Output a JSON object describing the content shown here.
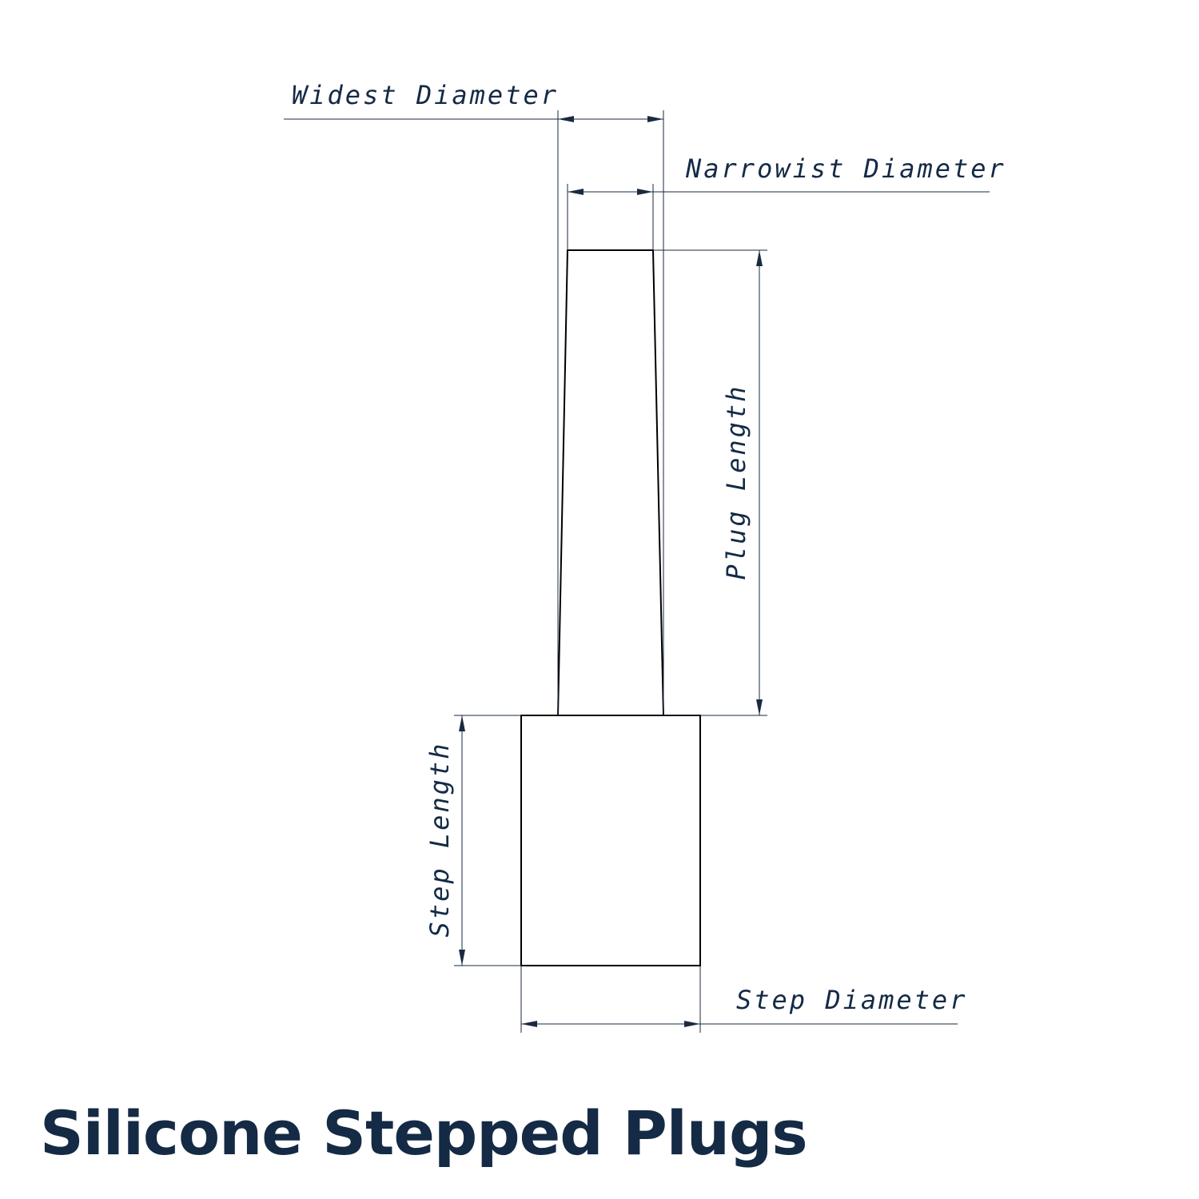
{
  "title": "Silicone Stepped Plugs",
  "labels": {
    "widest_diameter": "Widest Diameter",
    "narrowest_diameter": "Narrowist Diameter",
    "plug_length": "Plug Length",
    "step_length": "Step Length",
    "step_diameter": "Step Diameter"
  },
  "colors": {
    "text": "#142a45",
    "outline": "#000000",
    "dimension": "#1a2a40"
  }
}
